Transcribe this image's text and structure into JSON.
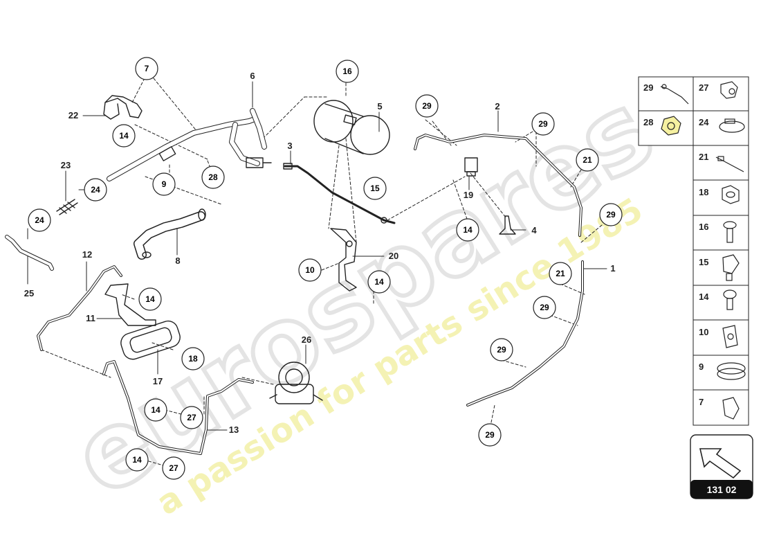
{
  "watermark": {
    "brand": "eurospares",
    "tagline": "a passion for parts since 1985"
  },
  "diagram": {
    "main_callouts": [
      "1",
      "2",
      "3",
      "4",
      "5",
      "6",
      "7",
      "8",
      "9",
      "10",
      "11",
      "12",
      "13",
      "14",
      "15",
      "16",
      "17",
      "18",
      "19",
      "20",
      "21",
      "22",
      "23",
      "24",
      "25",
      "26",
      "27",
      "28",
      "29"
    ],
    "legend": [
      {
        "number": "29",
        "icon": "clip-icon"
      },
      {
        "number": "27",
        "icon": "hose-clamp-icon"
      },
      {
        "number": "28",
        "icon": "hex-nut-icon"
      },
      {
        "number": "24",
        "icon": "clamp-icon"
      },
      {
        "number": "21",
        "icon": "cable-tie-icon"
      },
      {
        "number": "18",
        "icon": "flange-nut-icon"
      },
      {
        "number": "16",
        "icon": "bolt-icon"
      },
      {
        "number": "15",
        "icon": "clip-nut-icon"
      },
      {
        "number": "14",
        "icon": "bolt-icon"
      },
      {
        "number": "10",
        "icon": "bracket-icon"
      },
      {
        "number": "9",
        "icon": "hose-clamp-icon"
      },
      {
        "number": "7",
        "icon": "clip-icon"
      }
    ],
    "page_code": "131 02",
    "colors": {
      "line": "#222222",
      "watermark_grey": "#e6e6e6",
      "watermark_yellow": "#f3f0a8",
      "badge": "#111111"
    }
  }
}
